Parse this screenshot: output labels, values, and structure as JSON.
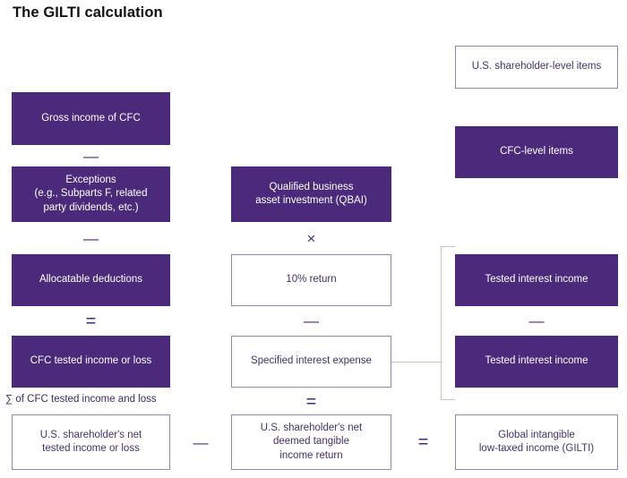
{
  "title": "The GILTI calculation",
  "theme": {
    "filled_bg": "#4B2A7B",
    "filled_text": "#FFFFFF",
    "outline_border": "#8E87B0",
    "outline_text": "#43336B",
    "connector": "#C9C6C0",
    "operator_color": "#4B2A7B",
    "page_bg": "#FFFFFF",
    "title_color": "#111111"
  },
  "legend": {
    "items": [
      {
        "label": "U.S. shareholder-level items",
        "style": "outline"
      },
      {
        "label": "CFC-level items",
        "style": "filled"
      }
    ]
  },
  "columns": {
    "cfc_chain": {
      "nodes": [
        {
          "label": "Gross income of CFC",
          "style": "filled"
        },
        {
          "label": "Exceptions\n(e.g., Subparts F, related\nparty dividends, etc.)",
          "style": "filled"
        },
        {
          "label": "Allocatable deductions",
          "style": "filled"
        },
        {
          "label": "CFC tested income or loss",
          "style": "filled"
        }
      ],
      "operators": [
        "—",
        "—",
        "="
      ],
      "note": "∑ of CFC tested income and loss"
    },
    "qbai_chain": {
      "nodes": [
        {
          "label": "Qualified business\nasset investment (QBAI)",
          "style": "filled"
        },
        {
          "label": "10% return",
          "style": "outline"
        },
        {
          "label": "Specified interest expense",
          "style": "outline"
        }
      ],
      "operators": [
        "×",
        "—",
        "="
      ]
    },
    "interest_chain": {
      "nodes": [
        {
          "label": "Tested interest income",
          "style": "filled"
        },
        {
          "label": "Tested interest income",
          "style": "filled"
        }
      ],
      "operators": [
        "—"
      ]
    }
  },
  "bottom_row": {
    "nodes": [
      {
        "label": "U.S. shareholder's net\ntested income or loss",
        "style": "outline"
      },
      {
        "label": "U.S. shareholder's net\ndeemed tangible\nincome return",
        "style": "outline"
      },
      {
        "label": "Global intangible\nlow-taxed income (GILTI)",
        "style": "outline"
      }
    ],
    "operators": [
      "—",
      "="
    ]
  }
}
